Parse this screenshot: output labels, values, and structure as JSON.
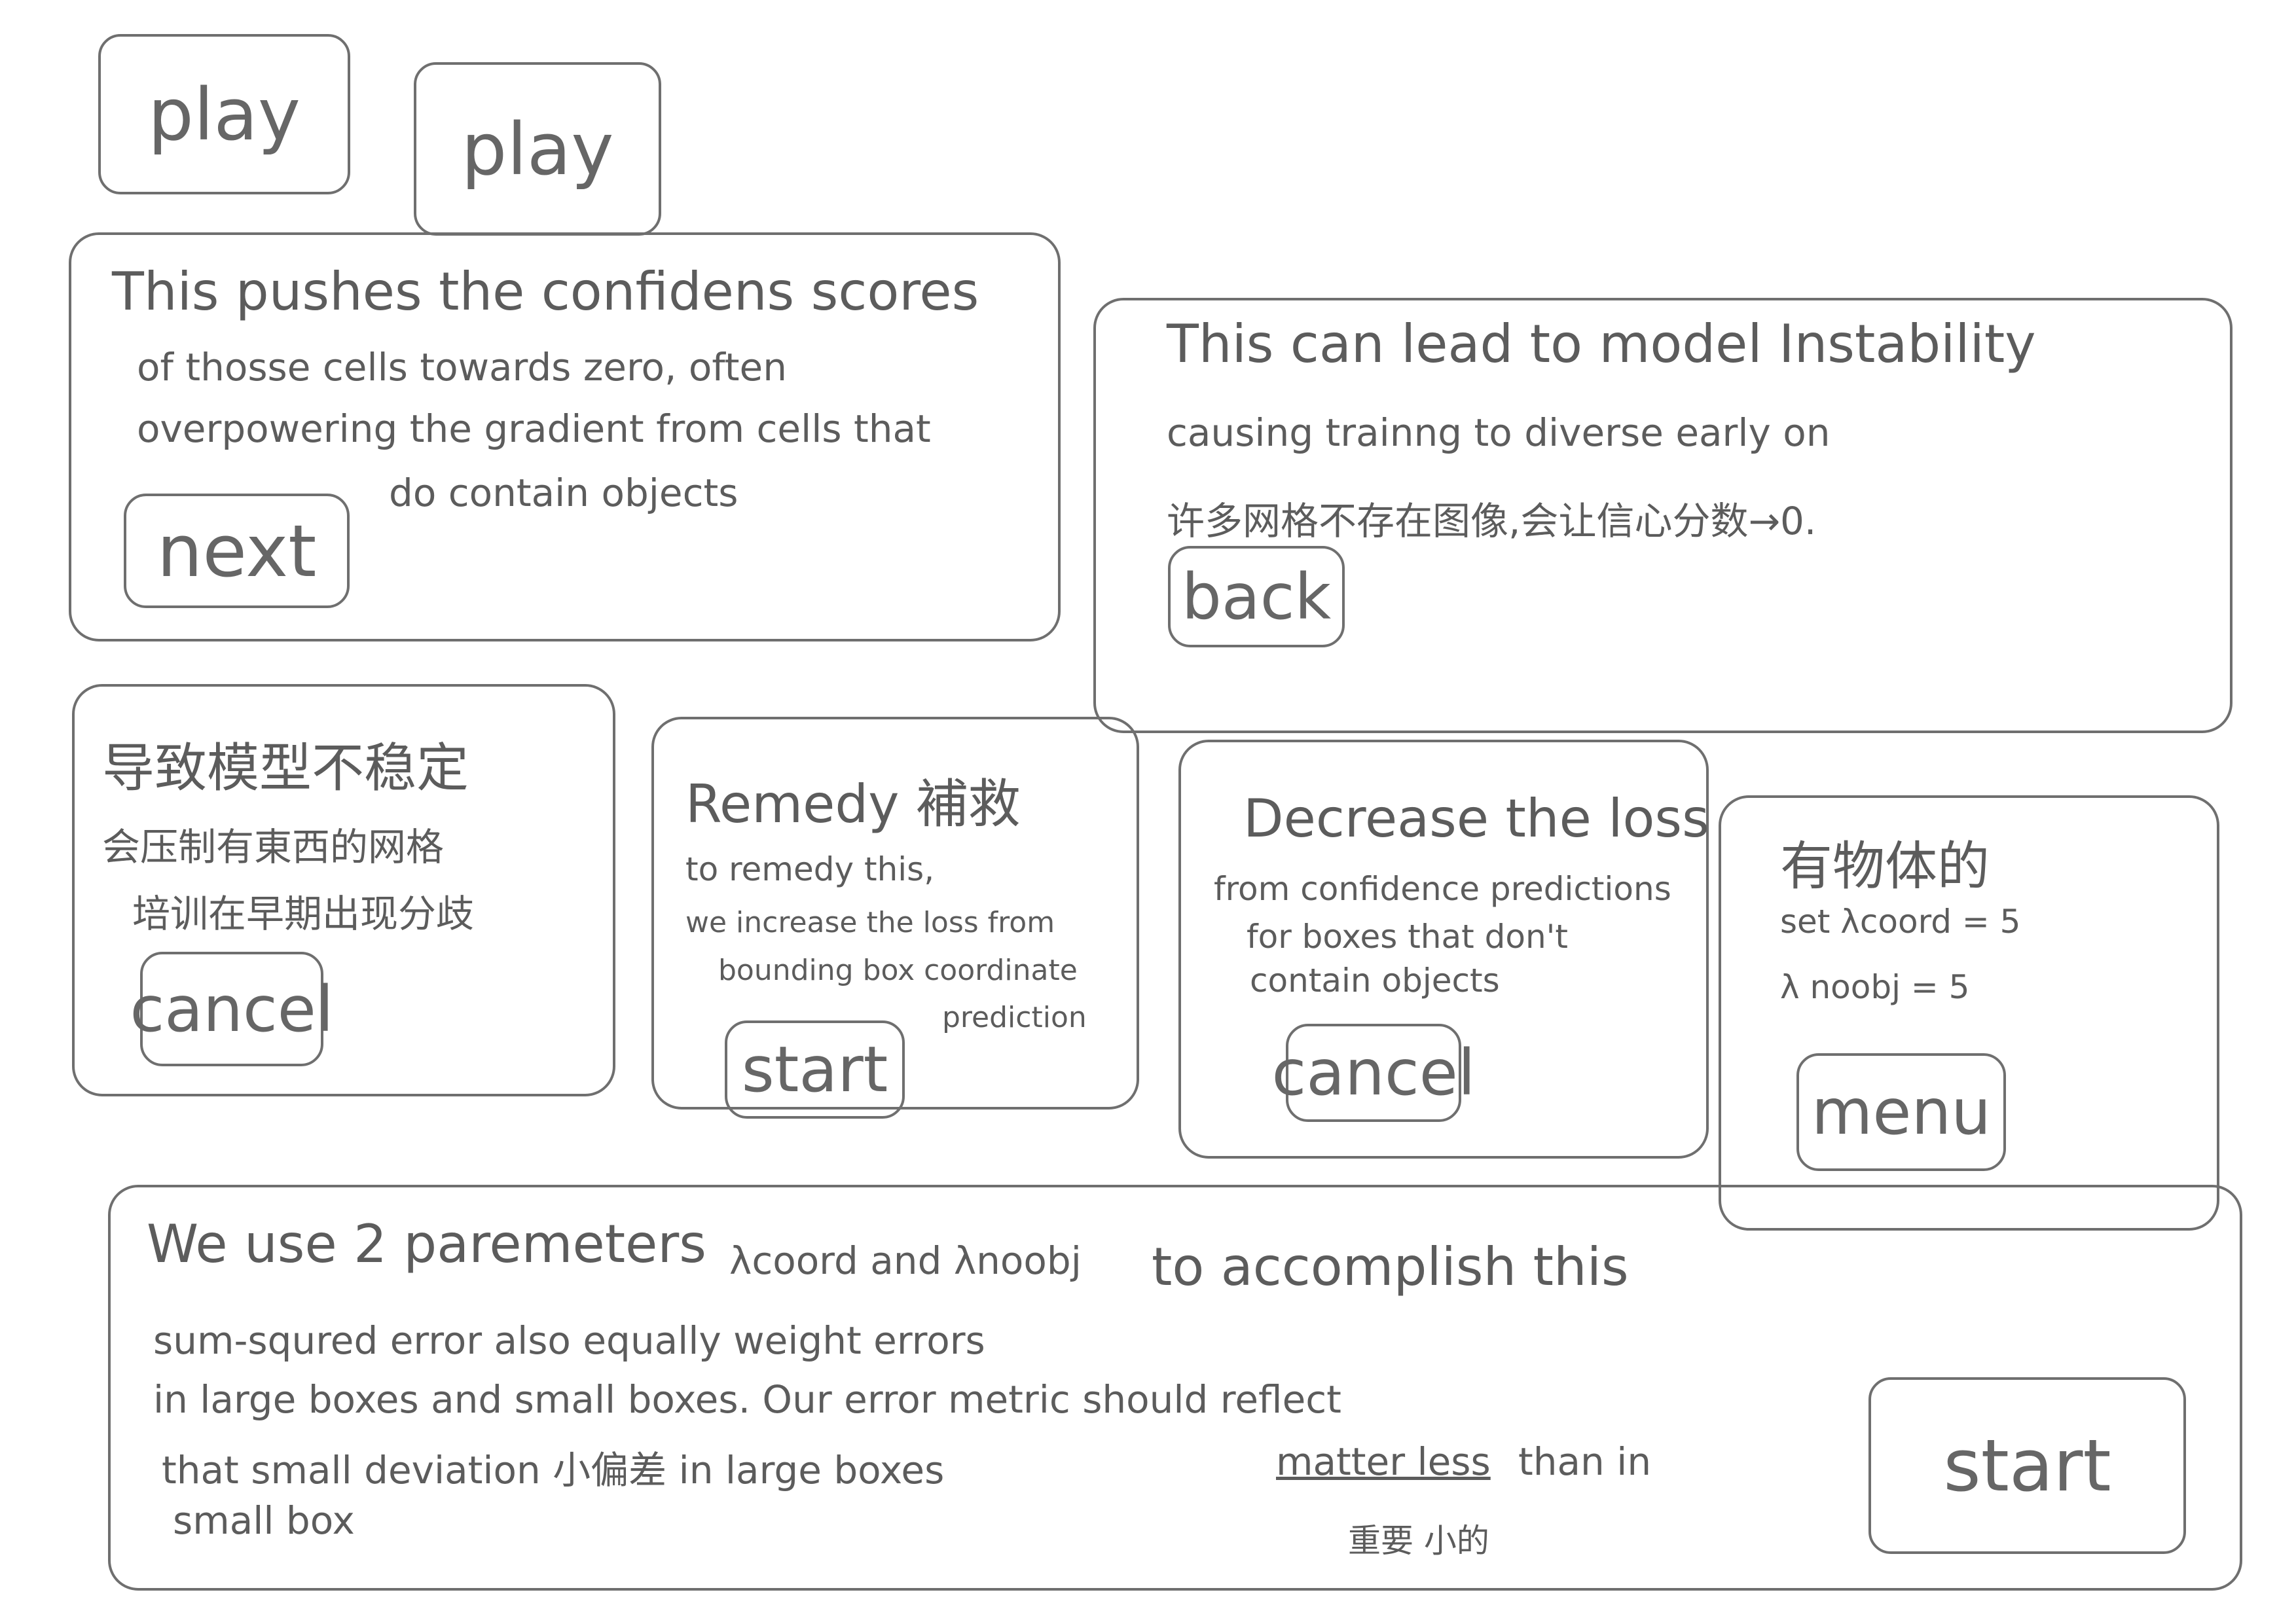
{
  "top_buttons": {
    "play_1": "play",
    "play_2": "play"
  },
  "panel_confidence": {
    "heading": "This pushes the confidens scores",
    "line1": "of thosse cells towards zero, often",
    "line2": "overpowering the gradient from cells that",
    "line3": "do contain objects",
    "button": "next"
  },
  "panel_instability": {
    "heading": "This can lead to model Instability",
    "line1": "causing trainng to diverse early on",
    "line2": "许多网格不存在图像,会让信心分数→0.",
    "button": "back"
  },
  "panel_cn": {
    "heading": "导致模型不稳定",
    "line1": "会压制有東西的网格",
    "line2": "培训在早期出现分歧",
    "button": "cancel"
  },
  "panel_remedy": {
    "heading": "Remedy 補救",
    "line1": "to remedy this,",
    "line2": "we increase the loss from",
    "line3": "bounding box coordinate",
    "line4": "prediction",
    "button": "start"
  },
  "panel_decrease": {
    "heading": "Decrease the loss",
    "line1": "from confidence predictions",
    "line2": "for boxes that don't",
    "line3": "contain objects",
    "button": "cancel"
  },
  "panel_objects": {
    "heading": "有物体的",
    "line1": "set λcoord = 5",
    "line2": "λ noobj = 5",
    "button": "menu"
  },
  "panel_params": {
    "heading_a": "We use 2 paremeters",
    "heading_b": "λcoord and λnoobj",
    "heading_c": "to accomplish this",
    "line1": "sum-squred error also equally weight errors",
    "line2": "in large boxes and small boxes. Our error metric should reflect",
    "line3a": "that small deviation 小偏差 in large boxes",
    "line3b": "matter less",
    "line3c": "than in",
    "line4": "small box",
    "note": "重要 小的",
    "button": "start"
  }
}
